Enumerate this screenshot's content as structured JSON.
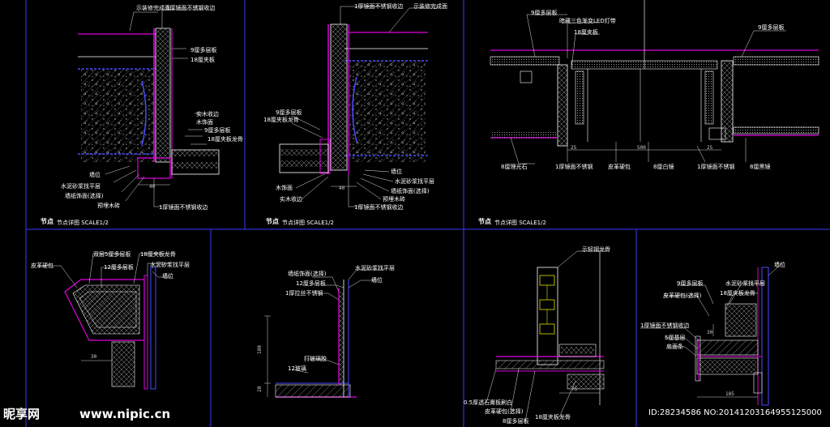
{
  "colors": {
    "background": "#000000",
    "frame": "#3a3aff",
    "outline": "#c0c0ff",
    "magenta": "#e000e0",
    "green": "#00d000",
    "cyan": "#00c8c8",
    "yellow": "#e0e000",
    "white": "#ffffff"
  },
  "panels": {
    "p1": {
      "labels": [
        "示装修完成面",
        "1厚镜面不锈钢收边",
        "9厘多层板",
        "18厘夹板",
        "实木收边",
        "木饰面",
        "9厘多层板",
        "18厘夹板龙骨",
        "墙位",
        "水泥砂浆找平层",
        "墙纸饰面(选择)",
        "预埋木砖",
        "1厚镜面不锈钢收边"
      ],
      "dims": [
        "40"
      ],
      "section_tag": "节点",
      "section_title": "节点详图 SCALE1/2"
    },
    "p2": {
      "labels": [
        "1厚镜面不锈钢收边",
        "示装修完成面",
        "9厘多层板",
        "18厘夹板龙骨",
        "墙位",
        "水泥砂浆找平层",
        "墙纸饰面(选择)",
        "预埋木砖",
        "木饰面",
        "实木收边",
        "1厚镜面不锈钢收边"
      ],
      "dims": [
        "40"
      ],
      "section_tag": "节点",
      "section_title": "节点详图 SCALE1/2"
    },
    "p3": {
      "labels": [
        "9厘多层板",
        "暗藏三色渐变LED灯带",
        "18厘夹板",
        "9厘多层板",
        "8厘理光石",
        "1厚镜面不锈钢",
        "皮革硬包",
        "8厘白镜",
        "1厚镜面不锈钢",
        "8厘黑镜"
      ],
      "dims": [
        "25",
        "500",
        "25"
      ],
      "section_tag": "节点",
      "section_title": "节点详图 SCALE1/2"
    },
    "p4": {
      "labels": [
        "皮革硬包",
        "双层5厘多层板",
        "12厘多层板",
        "18厘夹板龙骨",
        "水泥砂浆找平层",
        "墙位"
      ],
      "dims": [
        "30"
      ]
    },
    "p5": {
      "labels": [
        "墙纸饰面(选择)",
        "水泥砂浆找平层",
        "12厘多层板",
        "墙位",
        "1厚拉丝不锈钢",
        "打玻璃胶",
        "12玻璃"
      ],
      "dims": [
        "180",
        "20"
      ]
    },
    "p6": {
      "labels": [
        "示轻钢龙骨",
        "0.5厚透石膏板刷白",
        "皮革硬包(选择)",
        "8厘多层板",
        "18厘夹板龙骨"
      ],
      "dims": [
        "75"
      ]
    },
    "p7": {
      "labels": [
        "9厘多层板",
        "水泥砂浆找平层",
        "皮革硬包(选择)",
        "18厘夹板龙骨",
        "墙位",
        "1厚镜面不锈钢收边",
        "5厘基层",
        "扇面条"
      ],
      "dims": [
        "30",
        "185"
      ]
    }
  },
  "watermark": {
    "logo": "昵享网",
    "url": "www.nipic.cn",
    "id": "ID:28234586 NO:20141203164955125000"
  }
}
